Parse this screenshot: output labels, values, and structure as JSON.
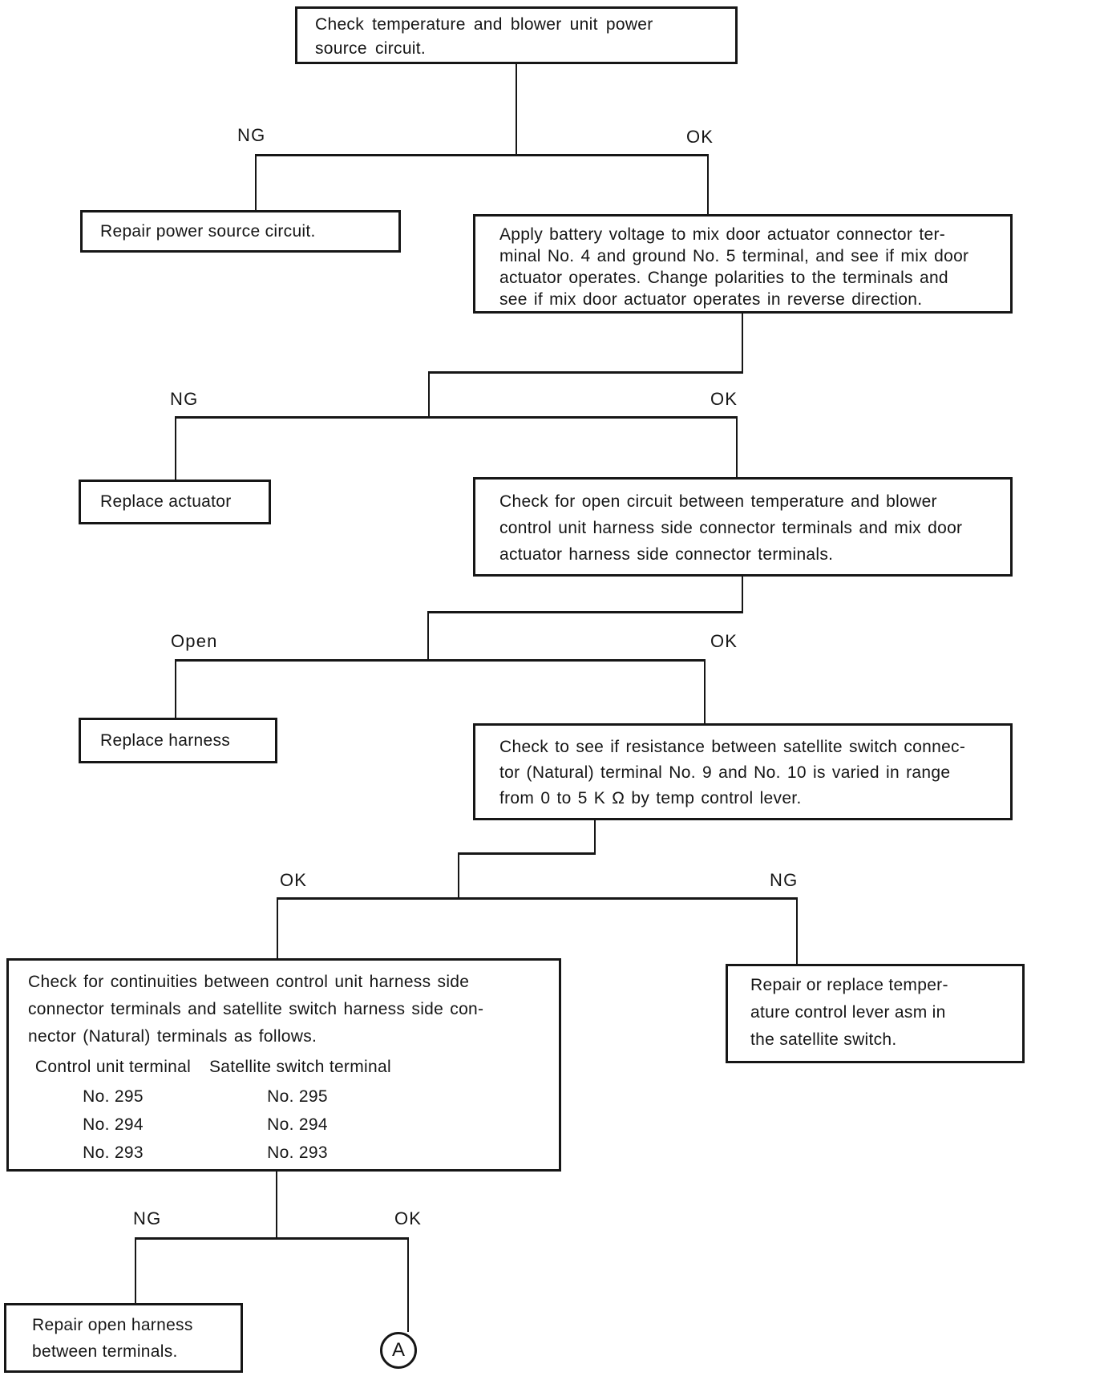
{
  "page": {
    "background": "#ffffff",
    "ink": "#161616"
  },
  "flowchart": {
    "start": {
      "text": "Check temperature and blower unit power\nsource circuit."
    },
    "branch_labels": {
      "l1_ng": "NG",
      "l1_ok": "OK",
      "l2_ng": "NG",
      "l2_ok": "OK",
      "l3_open": "Open",
      "l3_ok": "OK",
      "l4_ok": "OK",
      "l4_ng": "NG",
      "l5_ng": "NG",
      "l5_ok": "OK"
    },
    "boxes": {
      "repair_power": "Repair power source circuit.",
      "apply_battery": "Apply battery voltage to mix door actuator connector ter-\nminal No. 4 and ground No. 5 terminal, and see if mix door\nactuator operates. Change polarities to the terminals and\nsee if mix door actuator operates in reverse direction.",
      "replace_actuator": "Replace actuator",
      "check_open": "Check for open circuit between temperature and blower\ncontrol unit harness side connector terminals and mix door\nactuator harness side connector terminals.",
      "replace_harness": "Replace harness",
      "check_resistance": "Check to see if resistance between satellite switch connec-\ntor (Natural) terminal No. 9 and No. 10 is varied in range\nfrom 0 to 5 K Ω by temp control lever.",
      "continuities_intro": "Check for continuities between control unit harness side\nconnector terminals and satellite switch harness side con-\nnector (Natural) terminals as follows.",
      "continuities_table": {
        "headers": [
          "Control unit terminal",
          "Satellite switch terminal"
        ],
        "rows": [
          [
            "No. 295",
            "No. 295"
          ],
          [
            "No. 294",
            "No. 294"
          ],
          [
            "No. 293",
            "No. 293"
          ]
        ]
      },
      "repair_lever": "Repair or replace temper-\nature control lever asm in\nthe satellite switch.",
      "repair_open_harness": "Repair open harness\nbetween terminals.",
      "connector_a": "A"
    }
  }
}
